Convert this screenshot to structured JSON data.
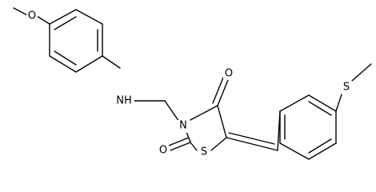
{
  "molecule": {
    "atom_labels": {
      "methoxy_oxygen": "O",
      "amine_nitrogen": "NH",
      "ring_nitrogen": "N",
      "carbonyl_oxygen_upper": "O",
      "carbonyl_oxygen_lower": "O",
      "ring_sulfur": "S",
      "thioether_sulfur": "S"
    },
    "colors": {
      "bond": "#000000",
      "label": "#000000",
      "background": "#ffffff"
    }
  }
}
